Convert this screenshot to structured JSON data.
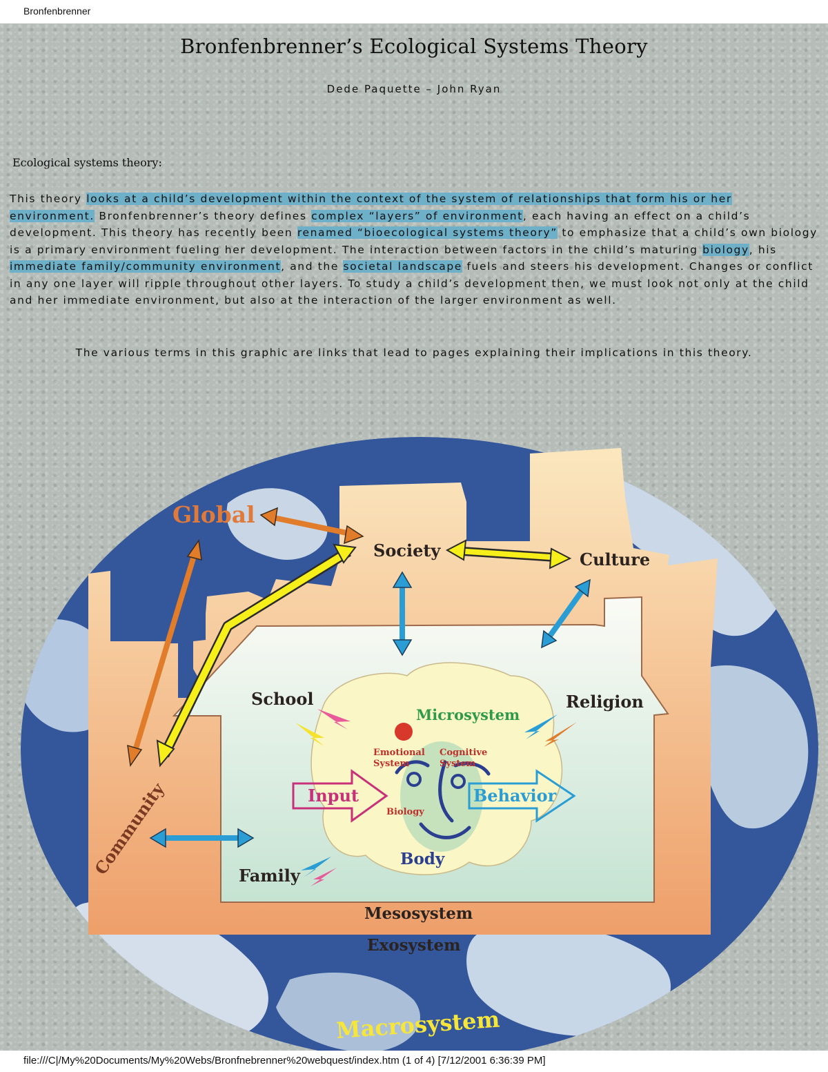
{
  "browser": {
    "header_title": "Bronfenbrenner",
    "footer_text": "file:///C|/My%20Documents/My%20Webs/Bronfnebrenner%20webquest/index.htm (1 of 4) [7/12/2001 6:36:39 PM]"
  },
  "page": {
    "title": "Bronfenbrenner’s Ecological Systems Theory",
    "authors": "Dede Paquette – John Ryan",
    "section_label": "Ecological systems theory:",
    "paragraph": [
      {
        "t": "This theory ",
        "hl": false
      },
      {
        "t": "looks at a child’s development within the context of the system of relationships that form his or her environment.",
        "hl": true
      },
      {
        "t": "  Bronfenbrenner’s theory defines ",
        "hl": false
      },
      {
        "t": "complex “layers” of environment",
        "hl": true
      },
      {
        "t": ", each having an effect on a child’s development.  This theory has recently been ",
        "hl": false
      },
      {
        "t": "renamed “bioecological systems theory”",
        "hl": true
      },
      {
        "t": " to emphasize that a child’s own biology is a primary environment fueling her development.  The interaction between factors in the child’s maturing ",
        "hl": false
      },
      {
        "t": "biology",
        "hl": true
      },
      {
        "t": ", his ",
        "hl": false
      },
      {
        "t": "immediate family/community environment",
        "hl": true
      },
      {
        "t": ", and the ",
        "hl": false
      },
      {
        "t": "societal landscape",
        "hl": true
      },
      {
        "t": " fuels and steers his development.  Changes or conflict in any one layer will ripple throughout other layers.  To study a child’s development then, we must look not only at the child and her immediate environment, but also at the interaction of the larger environment as well.",
        "hl": false
      }
    ],
    "graphic_note": "The various terms in this graphic are links that lead to pages explaining their implications in this theory.",
    "highlight_color": "#6fb0c9"
  },
  "diagram": {
    "labels": {
      "global": "Global",
      "society": "Society",
      "culture": "Culture",
      "school": "School",
      "religion": "Religion",
      "microsystem": "Microsystem",
      "emotional": "Emotional",
      "emotional2": "System",
      "cognitive": "Cognitive",
      "cognitive2": "System",
      "input": "Input",
      "behavior": "Behavior",
      "biology": "Biology",
      "body": "Body",
      "family": "Family",
      "community": "Community",
      "mesosystem": "Mesosystem",
      "exosystem": "Exosystem",
      "macrosystem": "Macrosystem"
    },
    "colors": {
      "ocean": "#34569a",
      "building": "#f4c18d",
      "house": "#eef4ec",
      "blob": "#fbf6c6",
      "yellow_arrow": "#f7ef1a",
      "orange_arrow": "#e07c2a",
      "blue_arrow": "#2a9ed4",
      "label_dark": "#2b2320",
      "global": "#e07a3a",
      "microsystem": "#2f9a4a",
      "input": "#c8307a",
      "behavior": "#2a9ed4",
      "body": "#2a3f8f",
      "macrosystem": "#f6e53a"
    }
  }
}
